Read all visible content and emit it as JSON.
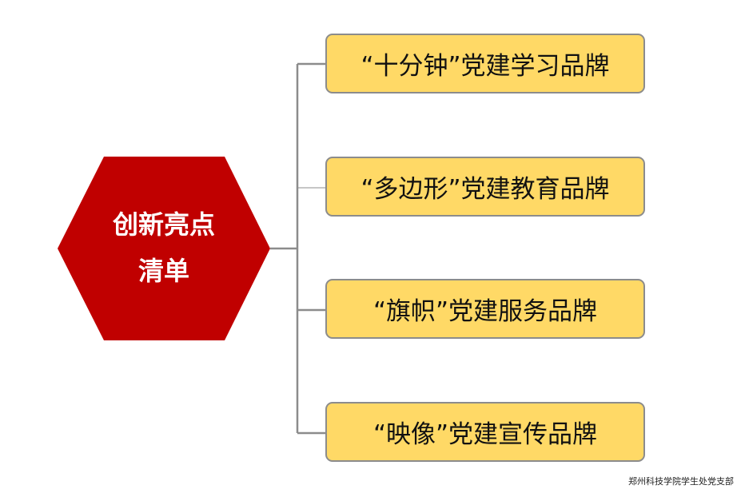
{
  "central_node": {
    "line1": "创新亮点",
    "line2": "清单",
    "fill_color": "#c00000",
    "text_color": "#ffffff"
  },
  "branches": [
    {
      "label": "“十分钟”党建学习品牌"
    },
    {
      "label": "“多边形”党建教育品牌"
    },
    {
      "label": "“旗帜”党建服务品牌"
    },
    {
      "label": "“映像”党建宣传品牌"
    }
  ],
  "branch_style": {
    "fill_color": "#ffd966",
    "border_color": "#8c8c8c"
  },
  "connector_color": "#8c8c8c",
  "footer": {
    "text": "郑州科技学院学生处党支部"
  }
}
